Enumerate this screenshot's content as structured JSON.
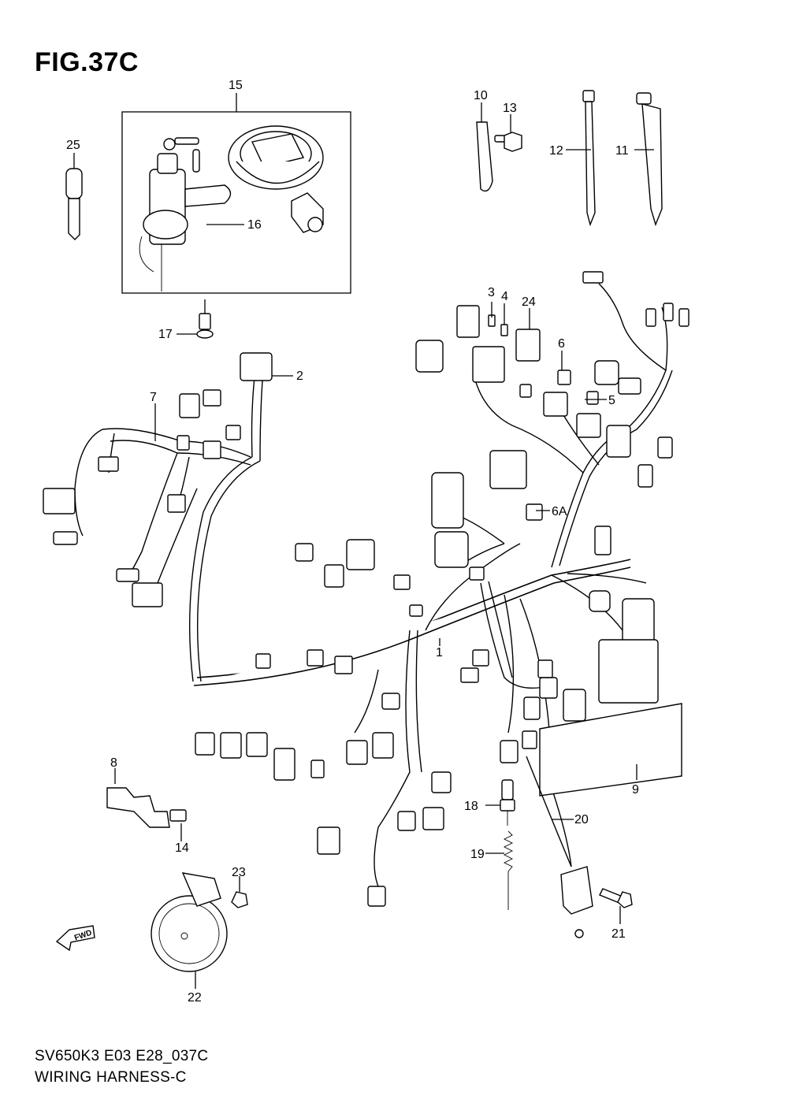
{
  "figure": {
    "title": "FIG.37C",
    "code": "SV650K3 E03 E28_037C",
    "name": "WIRING HARNESS-C"
  },
  "callouts": [
    "1",
    "2",
    "3",
    "4",
    "5",
    "6",
    "6A",
    "7",
    "8",
    "9",
    "10",
    "11",
    "12",
    "13",
    "14",
    "15",
    "16",
    "17",
    "18",
    "19",
    "20",
    "21",
    "22",
    "23",
    "24",
    "25"
  ],
  "fwd_label": "FWD"
}
